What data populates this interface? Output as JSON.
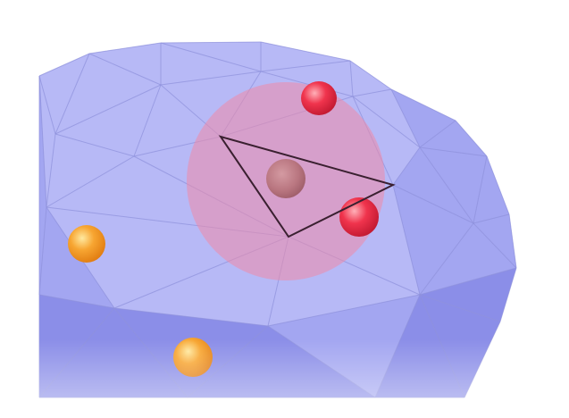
{
  "scene": {
    "colors": {
      "background": "#ffffff",
      "mesh_light": "#b7b9f6",
      "mesh_mid": "#a3a6f1",
      "mesh_dark": "#8b8ee8",
      "edge": "#8f92dc",
      "bubble": "#f08aa8",
      "triangle_stroke": "#3a2030",
      "red_sphere": "#f0344d",
      "orange_sphere": "#f7a531",
      "center_sphere": "#b97680"
    },
    "objects": [
      "geodesic-dome",
      "pink-influence-bubble",
      "dark-triangle-outline",
      "center-sphere",
      "red-sphere",
      "orange-sphere"
    ]
  }
}
